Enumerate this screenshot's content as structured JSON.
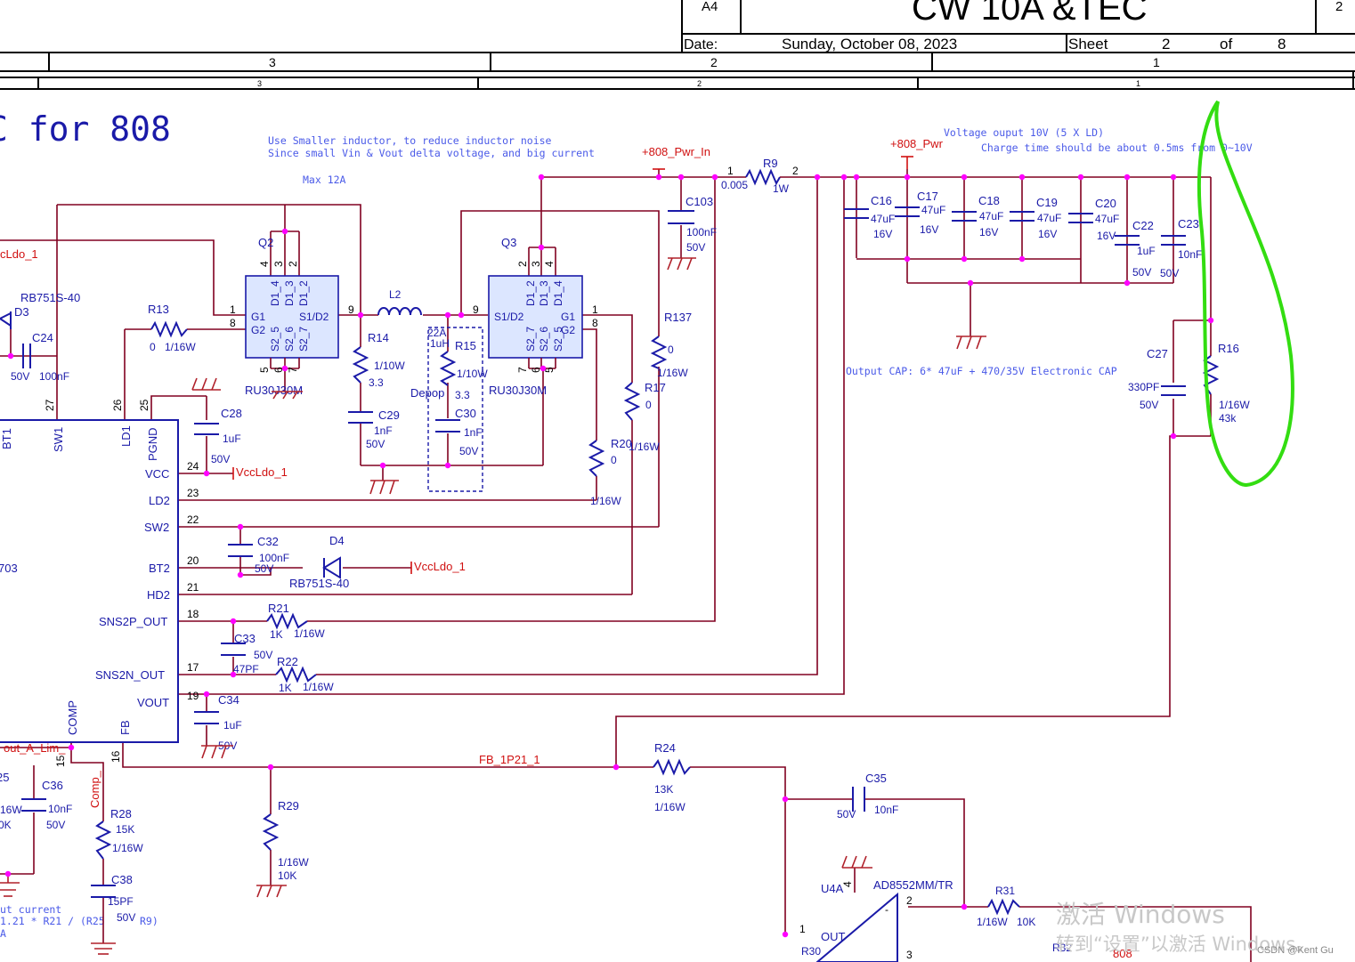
{
  "title_block": {
    "size": "A4",
    "title": "CW 10A &TEC",
    "rev": "2",
    "date_label": "Date:",
    "date": "Sunday, October 08, 2023",
    "sheet_label": "Sheet",
    "sheet_num": "2",
    "of_label": "of",
    "sheet_total": "8"
  },
  "zones": [
    "3",
    "2",
    "1"
  ],
  "page_title": "C for 808",
  "notes": {
    "inductor_1": "Use Smaller inductor, to reduce inductor noise",
    "inductor_2": "Since small Vin & Vout delta voltage, and big current",
    "max": "Max 12A",
    "voltage": "Voltage ouput 10V (5 X LD)",
    "charge": "Charge time should be about 0.5ms from 0~10V",
    "output_cap": "Output CAP: 6* 47uF + 470/35V Electronic CAP",
    "current_1": "ut current",
    "current_2": "1.21 * R21 / (R25",
    "current_3": "R9)",
    "current_4": "A"
  },
  "nets": {
    "pwr_in": "+808_Pwr_In",
    "pwr": "+808_Pwr",
    "vccldo_left": "cLdo_1",
    "vccldo_vcc": "VccLdo_1",
    "vccldo_bt2": "VccLdo_1",
    "fb": "FB_1P21_1",
    "out_a_lim": "out_A_Lim_",
    "comp": "Comp_",
    "n808": "808"
  },
  "components": {
    "R9": {
      "ref": "R9",
      "value": "0.005",
      "rating": "1W",
      "pin1": "1",
      "pin2": "2"
    },
    "C103": {
      "ref": "C103",
      "value": "100nF",
      "rating": "50V"
    },
    "C16": {
      "ref": "C16",
      "value": "47uF",
      "rating": "16V"
    },
    "C17": {
      "ref": "C17",
      "value": "47uF",
      "rating": "16V"
    },
    "C18": {
      "ref": "C18",
      "value": "47uF",
      "rating": "16V"
    },
    "C19": {
      "ref": "C19",
      "value": "47uF",
      "rating": "16V"
    },
    "C20": {
      "ref": "C20",
      "value": "47uF",
      "rating": "16V"
    },
    "C22": {
      "ref": "C22",
      "value": "1uF",
      "rating": "50V"
    },
    "C23": {
      "ref": "C23",
      "value": "10nF",
      "rating": "50V"
    },
    "R16": {
      "ref": "R16",
      "value": "43k",
      "rating": "1/16W"
    },
    "C27": {
      "ref": "C27",
      "value": "330PF",
      "rating": "50V"
    },
    "Q2": {
      "ref": "Q2",
      "part": "RU30J30M"
    },
    "Q3": {
      "ref": "Q3",
      "part": "RU30J30M"
    },
    "L2": {
      "ref": "L2",
      "value": "22A",
      "value2": "1uH"
    },
    "R13": {
      "ref": "R13",
      "value": "0",
      "rating": "1/16W"
    },
    "R14": {
      "ref": "R14",
      "value": "3.3",
      "rating": "1/10W"
    },
    "R15": {
      "ref": "R15",
      "value": "3.3",
      "rating": "1/10W"
    },
    "C29": {
      "ref": "C29",
      "value": "1nF",
      "rating": "50V"
    },
    "C30": {
      "ref": "C30",
      "value": "1nF",
      "rating": "50V"
    },
    "R137": {
      "ref": "R137",
      "value": "0",
      "rating": "1/16W"
    },
    "R17": {
      "ref": "R17",
      "value": "0",
      "rating": "1/16W"
    },
    "R20": {
      "ref": "R20",
      "value": "0",
      "rating": "1/16W"
    },
    "D3": {
      "ref": "D3",
      "part": "RB751S-40"
    },
    "C24": {
      "ref": "C24",
      "value": "100nF",
      "rating": "50V"
    },
    "C28": {
      "ref": "C28",
      "value": "1uF",
      "rating": "50V"
    },
    "C32": {
      "ref": "C32",
      "value": "100nF",
      "rating": "50V"
    },
    "D4": {
      "ref": "D4",
      "part": "RB751S-40"
    },
    "R21": {
      "ref": "R21",
      "value": "1K",
      "rating": "1/16W"
    },
    "C33": {
      "ref": "C33",
      "value": "47PF",
      "rating": "50V"
    },
    "R22": {
      "ref": "R22",
      "value": "1K",
      "rating": "1/16W"
    },
    "C34": {
      "ref": "C34",
      "value": "1uF",
      "rating": "50V"
    },
    "R24": {
      "ref": "R24",
      "value": "13K",
      "rating": "1/16W"
    },
    "C35": {
      "ref": "C35",
      "value": "10nF",
      "rating": "50V"
    },
    "R29": {
      "ref": "R29",
      "value": "10K",
      "rating": "1/16W"
    },
    "R28": {
      "ref": "R28",
      "value": "15K",
      "rating": "1/16W"
    },
    "C38": {
      "ref": "C38",
      "value": "15PF",
      "rating": "50V"
    },
    "C36": {
      "ref": "C36",
      "value": "10nF",
      "rating": "50V"
    },
    "R25": {
      "ref": "25",
      "value": "0K",
      "rating": "16W"
    },
    "R31": {
      "ref": "R31",
      "value": "10K",
      "rating": "1/16W"
    },
    "R30": {
      "ref": "R30"
    },
    "R32": {
      "ref": "R32"
    },
    "U4A": {
      "ref": "U4A",
      "part": "AD8552MM/TR",
      "out": "OUT",
      "pin1": "1",
      "pin2": "2",
      "pin3": "3",
      "pin4": "4"
    },
    "depop": "Depop",
    "ic_part": "703"
  },
  "ic_pins": {
    "bt1": "BT1",
    "sw1": "SW1",
    "ld1": "LD1",
    "pgnd": "PGND",
    "vcc": "VCC",
    "ld2": "LD2",
    "sw2": "SW2",
    "bt2": "BT2",
    "hd2": "HD2",
    "sns2p": "SNS2P_OUT",
    "sns2n": "SNS2N_OUT",
    "vout": "VOUT",
    "comp": "COMP",
    "fb": "FB"
  },
  "ic_pin_numbers": {
    "p27": "27",
    "p26": "26",
    "p25": "25",
    "p24": "24",
    "p23": "23",
    "p22": "22",
    "p20": "20",
    "p21": "21",
    "p18": "18",
    "p17": "17",
    "p19": "19",
    "p15": "15",
    "p16": "16"
  },
  "mosfet_pins": {
    "q2_g1": "G1",
    "q2_g2": "G2",
    "q2_s1d2": "S1/D2",
    "q2_top": [
      "4",
      "3",
      "2"
    ],
    "q2_bot": [
      "5",
      "6",
      "7"
    ],
    "q2_dtop": [
      "D1_4",
      "D1_3",
      "D1_2"
    ],
    "q2_sbot": [
      "S2_5",
      "S2_6",
      "S2_7"
    ],
    "q2_pin1": "1",
    "q2_pin8": "8",
    "q2_pin9": "9",
    "q3_g1": "G1",
    "q3_g2": "G2",
    "q3_s1d2": "S1/D2",
    "q3_top": [
      "2",
      "3",
      "4"
    ],
    "q3_bot": [
      "7",
      "6",
      "5"
    ],
    "q3_dtop": [
      "D1_2",
      "D1_3",
      "D1_4"
    ],
    "q3_sbot": [
      "S2_7",
      "S2_6",
      "S2_5"
    ],
    "q3_pin1": "1",
    "q3_pin8": "8",
    "q3_pin9": "9"
  },
  "watermark": {
    "line1": "激活 Windows",
    "line2": "转到“设置”以激活 Windows。",
    "credit": "CSDN @Kent Gu"
  }
}
